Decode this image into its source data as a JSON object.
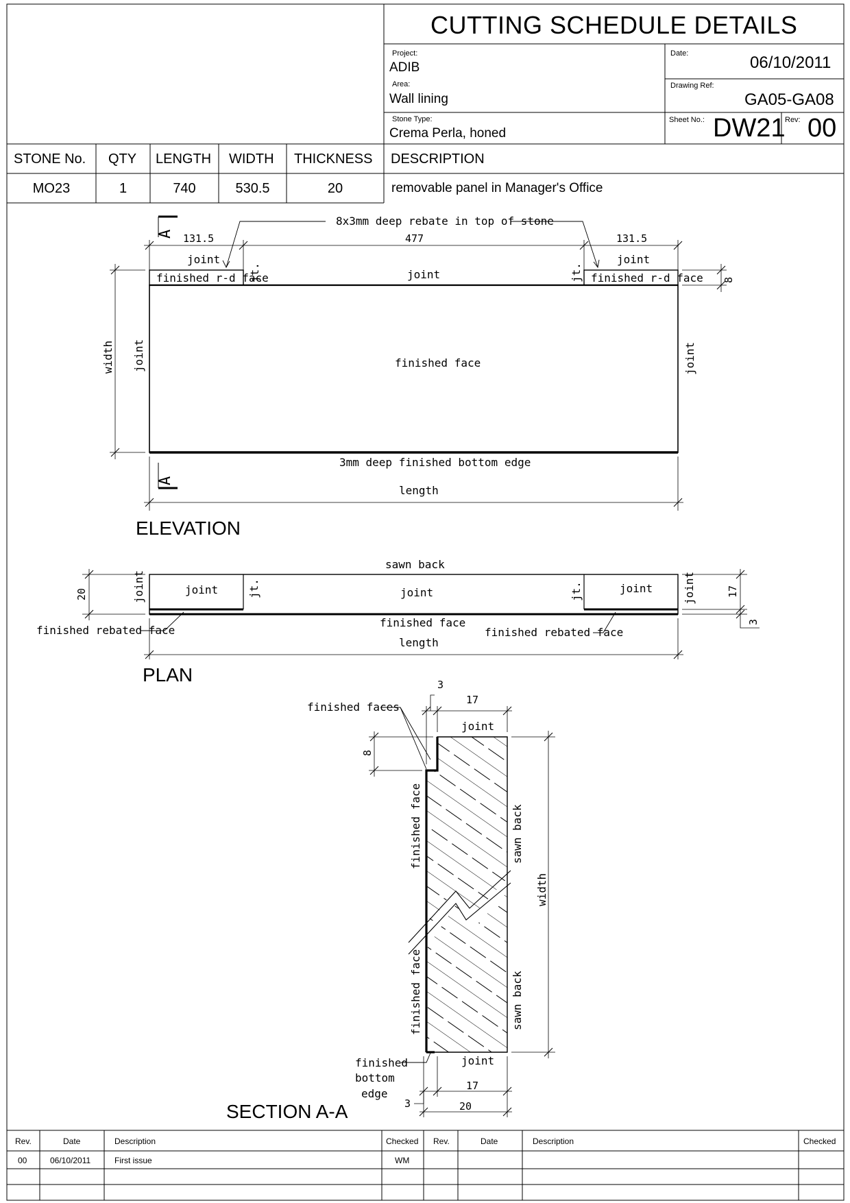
{
  "title_block": {
    "title": "CUTTING SCHEDULE DETAILS",
    "project_label": "Project:",
    "project": "ADIB",
    "area_label": "Area:",
    "area": "Wall lining",
    "stone_type_label": "Stone Type:",
    "stone_type": "Crema Perla, honed",
    "date_label": "Date:",
    "date": "06/10/2011",
    "drawing_ref_label": "Drawing Ref:",
    "drawing_ref": "GA05-GA08",
    "sheet_no_label": "Sheet No.:",
    "sheet_no": "DW21",
    "rev_label": "Rev:",
    "rev": "00"
  },
  "schedule": {
    "headers": [
      "STONE No.",
      "QTY",
      "LENGTH",
      "WIDTH",
      "THICKNESS",
      "DESCRIPTION"
    ],
    "row": [
      "MO23",
      "1",
      "740",
      "530.5",
      "20",
      "removable panel in Manager's Office"
    ]
  },
  "elevation": {
    "title": "ELEVATION",
    "rebate_note": "8x3mm deep rebate in top of stone",
    "dim_left": "131.5",
    "dim_mid": "477",
    "dim_right": "131.5",
    "dim_rebate": "8",
    "joint": "joint",
    "jt": "jt.",
    "finished_rd_face": "finished r-d face",
    "finished_face": "finished face",
    "width": "width",
    "bottom_edge": "3mm deep finished bottom edge",
    "length": "length",
    "section_mark": "A"
  },
  "plan": {
    "title": "PLAN",
    "sawn_back": "sawn back",
    "dim_20": "20",
    "dim_17": "17",
    "dim_3": "3",
    "joint": "joint",
    "jt": "jt.",
    "finished_rebated_face": "finished rebated face",
    "finished_face": "finished face",
    "length": "length"
  },
  "section": {
    "title": "SECTION A-A",
    "dim_3": "3",
    "dim_17": "17",
    "dim_8": "8",
    "dim_20": "20",
    "finished_faces": "finished faces",
    "joint": "joint",
    "finished_face": "finished face",
    "sawn_back": "sawn back",
    "width": "width",
    "finished_bottom_edge_1": "finished",
    "finished_bottom_edge_2": "bottom",
    "finished_bottom_edge_3": "edge"
  },
  "revisions": {
    "headers_left": [
      "Rev.",
      "Date",
      "Description",
      "Checked"
    ],
    "headers_right": [
      "Rev.",
      "Date",
      "Description",
      "Checked"
    ],
    "rows": [
      [
        "00",
        "06/10/2011",
        "First issue",
        "WM"
      ]
    ]
  }
}
